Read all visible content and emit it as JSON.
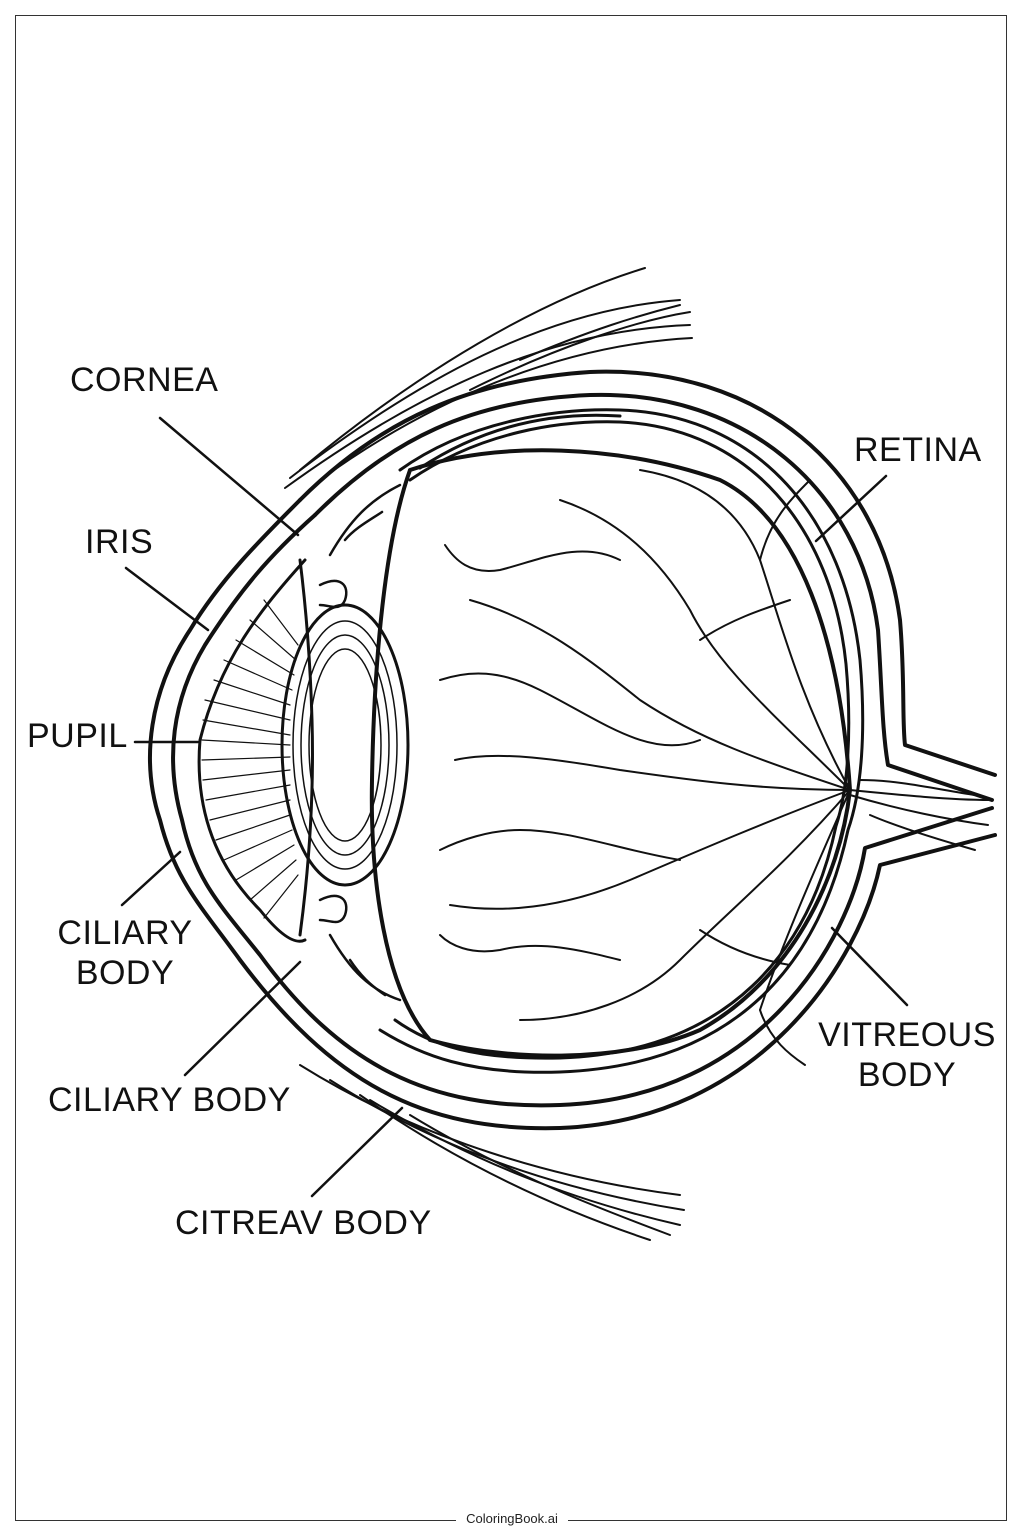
{
  "labels": {
    "cornea": "CORNEA",
    "iris": "IRIS",
    "pupil": "PUPIL",
    "ciliary_body_upper": "CILIARY\nBODY",
    "ciliary_body_lower": "CILIARY BODY",
    "citreav_body": "CITREAV BODY",
    "retina": "RETINA",
    "vitreous_body": "VITREOUS\nBODY"
  },
  "footer": {
    "brand": "ColoringBook.ai"
  },
  "colors": {
    "line": "#111111",
    "background": "#ffffff"
  }
}
